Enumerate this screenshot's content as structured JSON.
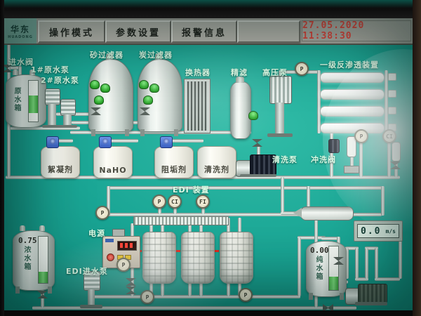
{
  "toolbar": {
    "logo_line1": "华东",
    "logo_line2": "HUADONG",
    "buttons": [
      "操作模式",
      "参数设置",
      "报警信息",
      ""
    ],
    "datetime": "27.05.2020  11:38:30"
  },
  "labels": {
    "inlet_valve": "进水阀",
    "raw_pump1": "1#原水泵",
    "raw_pump2": "2#原水泵",
    "raw_tank": "原水箱",
    "sand_filter": "砂过滤器",
    "carbon_filter": "炭过滤器",
    "heat_exchanger": "换热器",
    "fine_filter": "精滤",
    "hp_pump": "高压泵",
    "ro_unit": "一级反渗透装置",
    "flocculant": "絮凝剂",
    "naoh": "NaHO",
    "antiscalant": "阻垢剂",
    "cleaner": "清洗剂",
    "cleaning_pump": "清洗泵",
    "flush_valve": "冲洗阀",
    "edi_unit": "EDI 装置",
    "power": "电源",
    "edi_feed_pump": "EDI进水泵",
    "conc_tank": "浓水箱",
    "pure_tank": "纯水箱"
  },
  "values": {
    "conc_tank_level": "0.75",
    "pure_tank_level": "0.00",
    "flow_value": "0.0",
    "flow_unit": "m/s"
  },
  "gauges": {
    "pressure": "P",
    "chlorine": "CI",
    "flow": "FI"
  },
  "colors": {
    "screen_teal": "#16a292",
    "alarm_text_red": "#ef453c",
    "label_text_green": "#dfffe9",
    "valve_open_green": "#3cc23c",
    "dosing_pump_blue": "#4a72d6",
    "pipe_silver": "#c6d2cc"
  }
}
